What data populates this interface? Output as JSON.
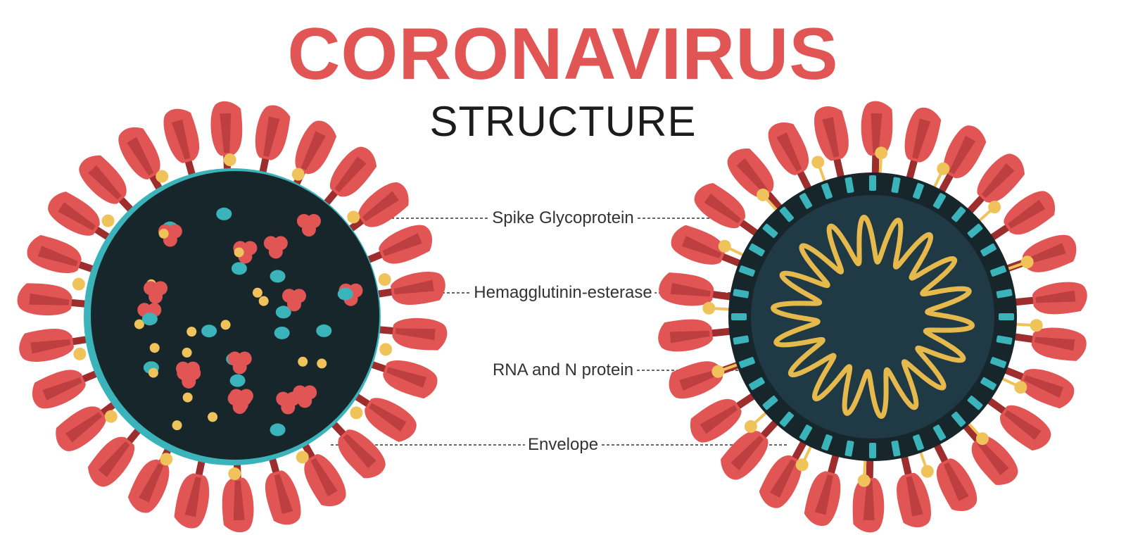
{
  "header": {
    "title": "CORONAVIRUS",
    "subtitle": "STRUCTURE"
  },
  "labels": [
    "Spike Glycoprotein",
    "Hemagglutinin-esterase",
    "RNA and N protein",
    "Envelope"
  ],
  "colors": {
    "title": "#e25555",
    "spike": "#e25555",
    "spike_dark": "#9e2d2d",
    "body_dark": "#16262b",
    "inner": "#1f3a45",
    "teal": "#3bb3ba",
    "yellow": "#f0c25a",
    "rna": "#e6b94d"
  }
}
